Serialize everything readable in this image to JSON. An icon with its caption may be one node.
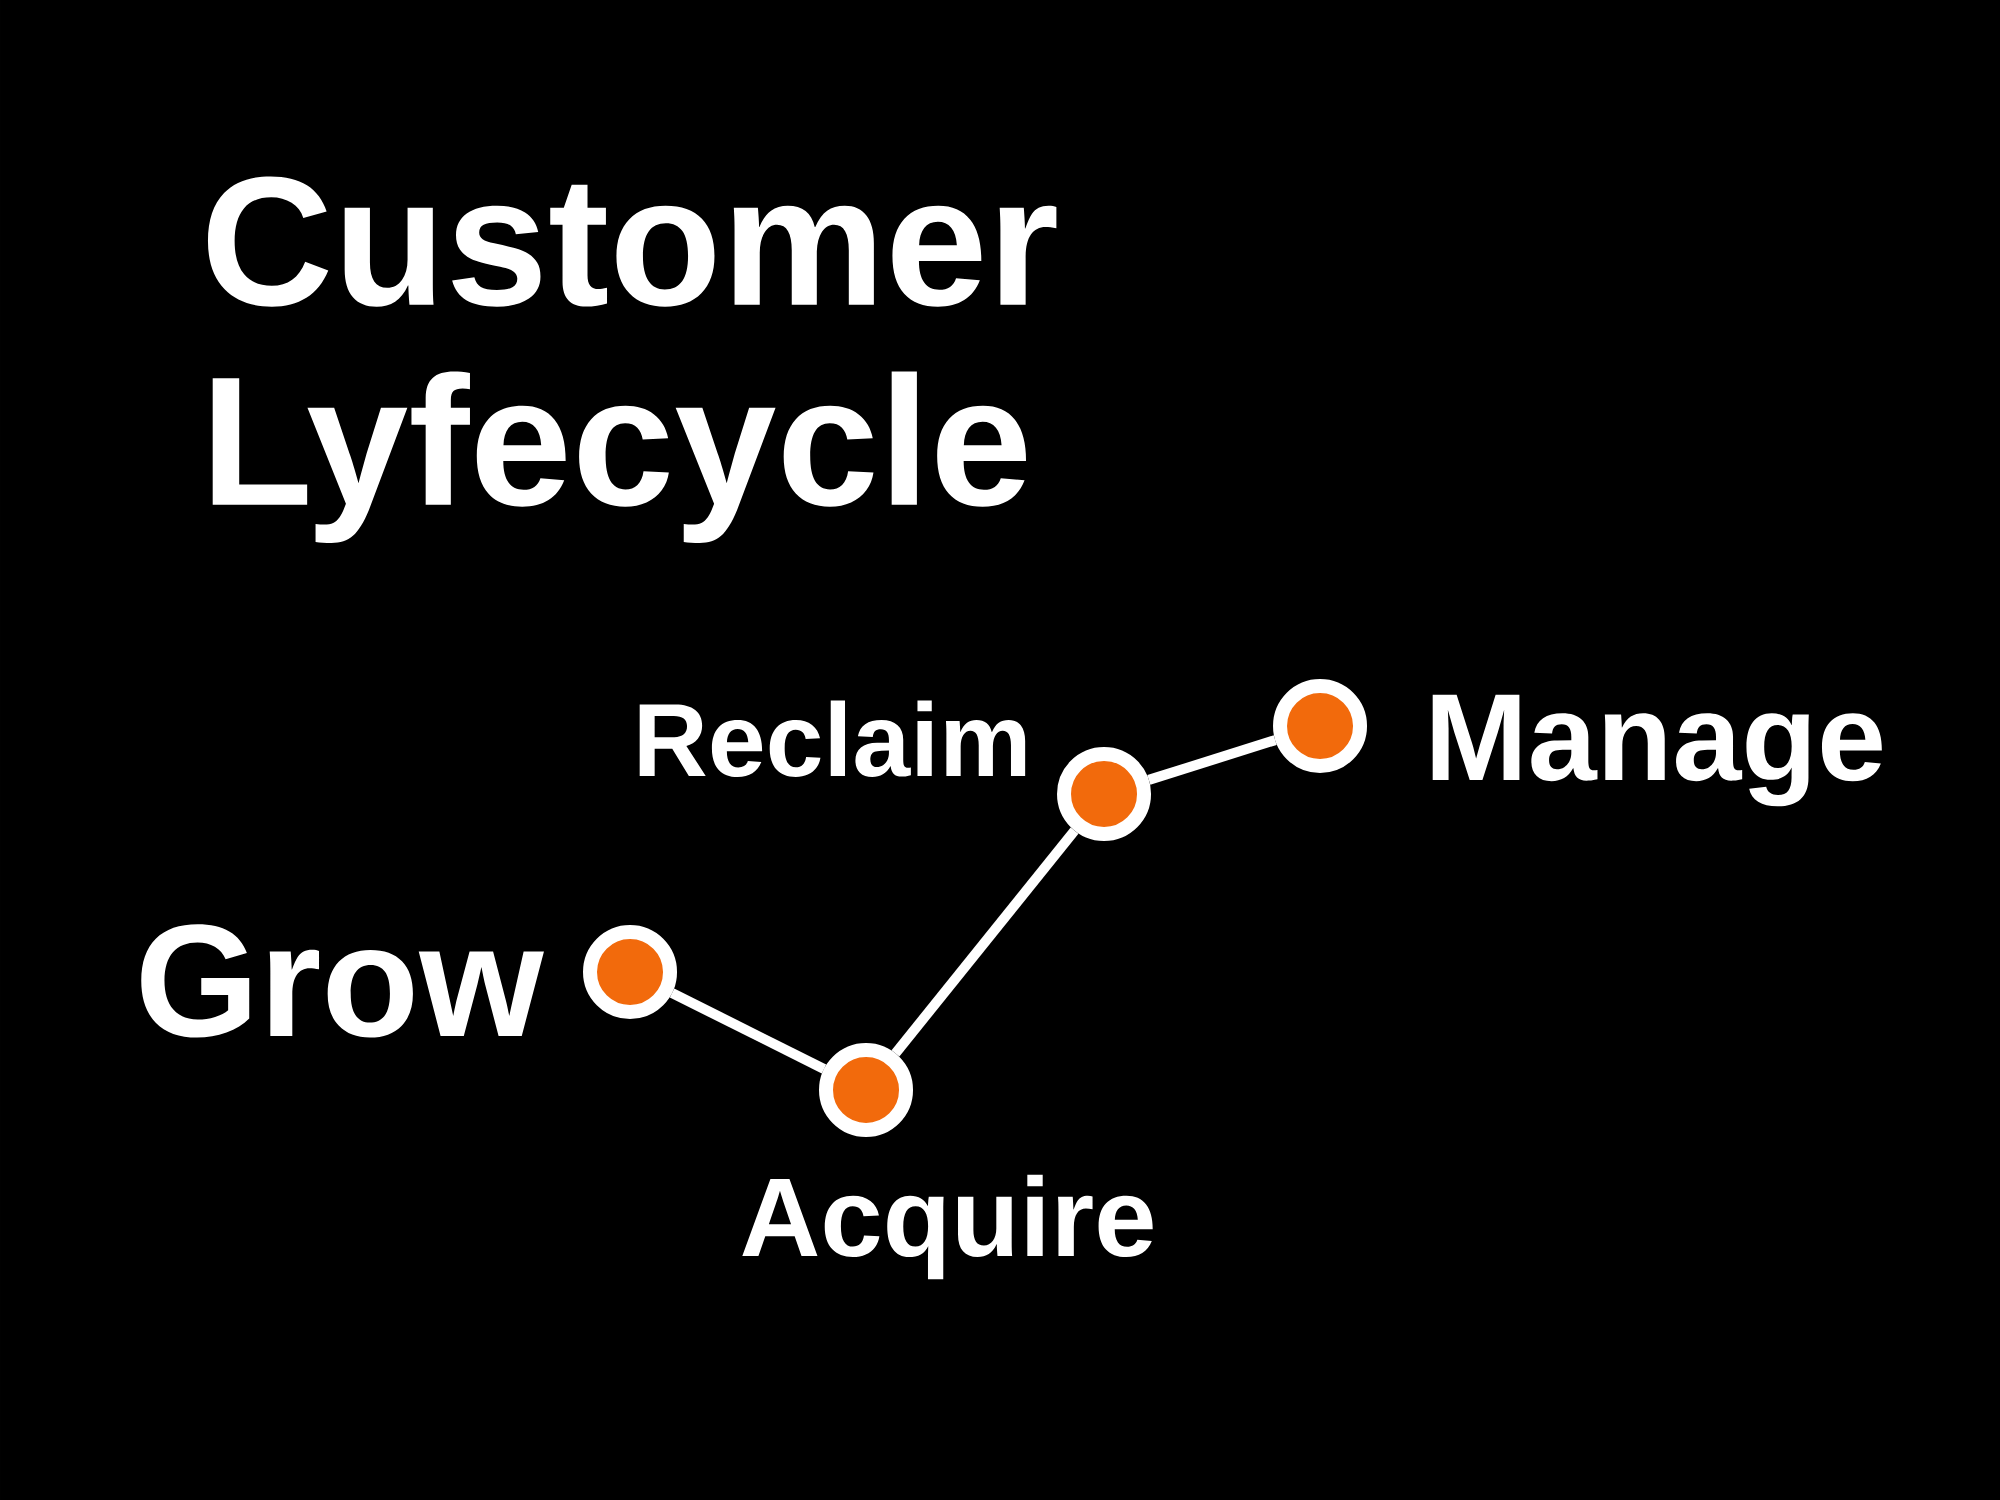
{
  "diagram": {
    "title": "Customer Lyfecycle",
    "nodes": [
      {
        "text": [],
        "shape": "circle",
        "beside": [
          "Grow"
        ]
      },
      {
        "text": [],
        "shape": "circle",
        "beside": [
          "Acquire"
        ]
      },
      {
        "text": [],
        "shape": "circle",
        "beside": [
          "Reclaim"
        ]
      },
      {
        "text": [],
        "shape": "circle",
        "beside": [
          "Manage"
        ]
      }
    ],
    "edges": [
      {
        "from": 0,
        "to": 1,
        "arrow": "none"
      },
      {
        "from": 1,
        "to": 2,
        "arrow": "none"
      },
      {
        "from": 2,
        "to": 3,
        "arrow": "none"
      }
    ]
  }
}
